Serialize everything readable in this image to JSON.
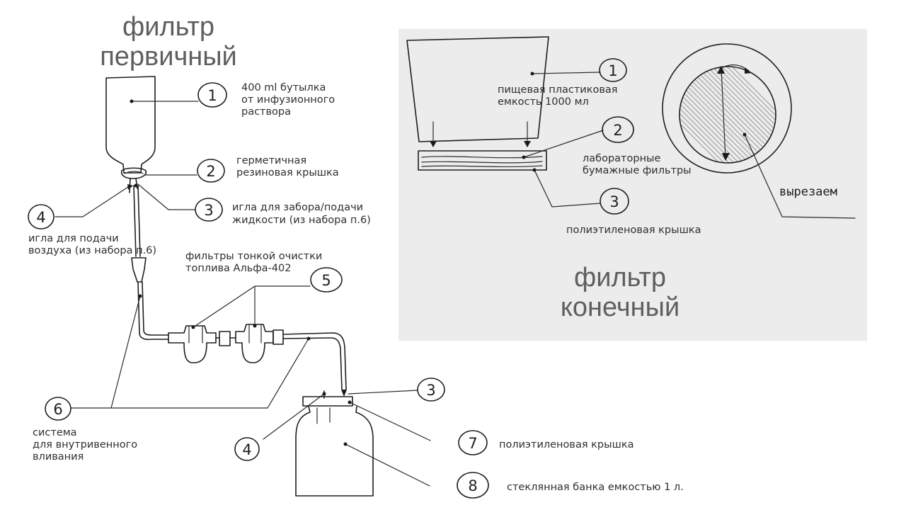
{
  "diagram": {
    "primary": {
      "title_line1": "фильтр",
      "title_line2": "первичный",
      "labels": {
        "bottle_l1": "400 ml бутылка",
        "bottle_l2": "от инфузионного",
        "bottle_l3": "раствора",
        "cap_l1": "герметичная",
        "cap_l2": "резиновая крышка",
        "needle_liquid_l1": "игла для забора/подачи",
        "needle_liquid_l2": "жидкости  (из набора п.6)",
        "needle_air_l1": "игла для подачи",
        "needle_air_l2": "воздуха (из набора п.6)",
        "fuel_filters_l1": "фильтры тонкой очистки",
        "fuel_filters_l2": "топлива Альфа-402",
        "system_l1": "система",
        "system_l2": "для внутривенного",
        "system_l3": "вливания",
        "lid_l1": "полиэтиленовая крышка",
        "jar_l1": "стеклянная банка емкостью 1 л."
      },
      "markers": [
        "1",
        "2",
        "3",
        "4",
        "5",
        "6",
        "3",
        "4",
        "7",
        "8"
      ]
    },
    "final": {
      "title_line1": "фильтр",
      "title_line2": "конечный",
      "labels": {
        "container_l1": "пищевая пластиковая",
        "container_l2": "емкость 1000 мл",
        "paper_l1": "лабораторные",
        "paper_l2": "бумажные фильтры",
        "lid_l1": "полиэтиленовая крышка",
        "cut_note": "вырезаем"
      },
      "markers": [
        "1",
        "2",
        "3"
      ]
    },
    "colors": {
      "ink": "#1e1e1e",
      "panel": "#ececec",
      "title": "#5f5f5f",
      "text": "#2f2f2f"
    }
  }
}
